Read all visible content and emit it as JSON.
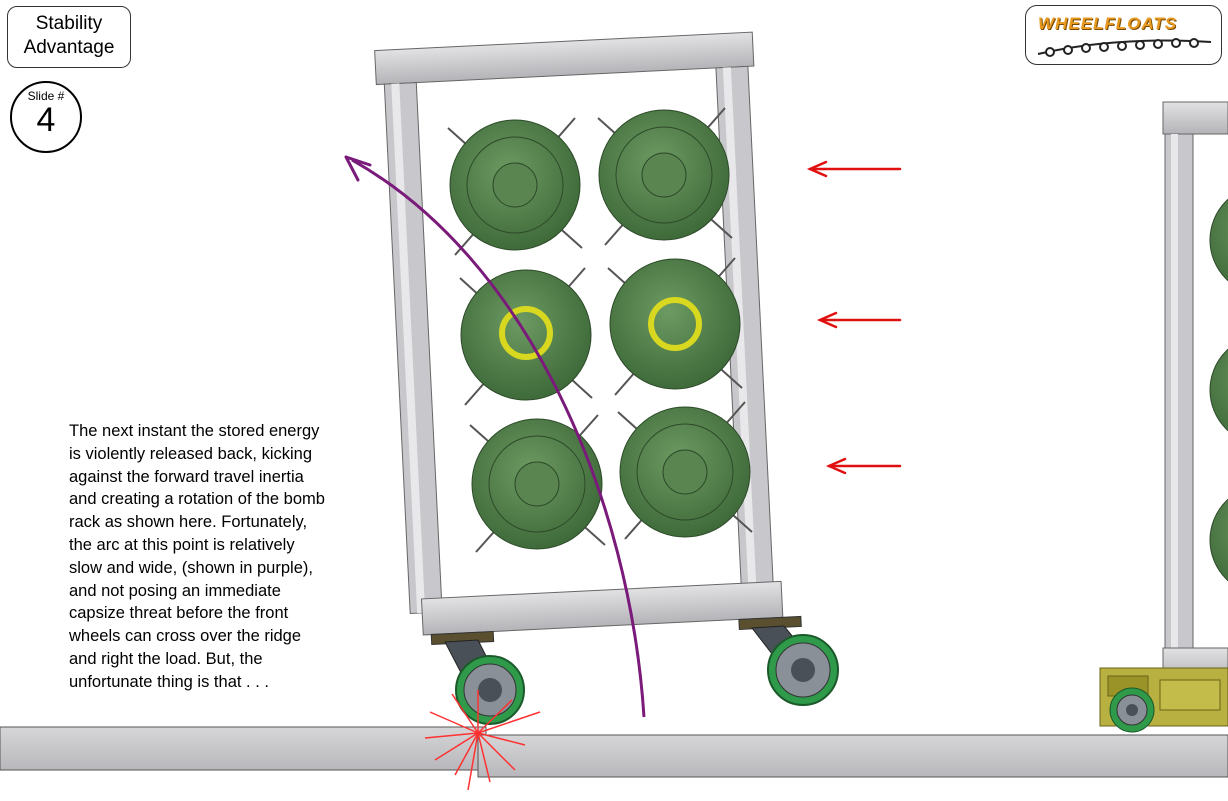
{
  "title": {
    "line1": "Stability",
    "line2": "Advantage"
  },
  "slide": {
    "label": "Slide #",
    "number": "4"
  },
  "logo": {
    "text": "WHEELFLOATS"
  },
  "caption": {
    "lines": [
      "The next instant the stored energy",
      "is violently released back, kicking",
      "against the forward travel inertia",
      "and creating a rotation of the bomb",
      "rack as shown here.  Fortunately,",
      "the arc at this point is relatively",
      "slow and wide, (shown in purple),",
      "and not posing an immediate",
      "capsize threat before the front",
      "wheels can cross over the ridge",
      "and right the load.  But, the",
      "unfortunate thing is that . . ."
    ]
  },
  "colors": {
    "arc": "#7a1a7a",
    "arrows": "#e01010",
    "bombs": "#4f7a45",
    "fuze_ring": "#d8d820",
    "frame": "#c8c8cc",
    "impact": "#ff3030",
    "wheel_tread": "#2e9a4a"
  },
  "icons": {
    "arc": "purple-rotation-arc",
    "force": "red-force-arrow",
    "impact": "impact-burst"
  }
}
